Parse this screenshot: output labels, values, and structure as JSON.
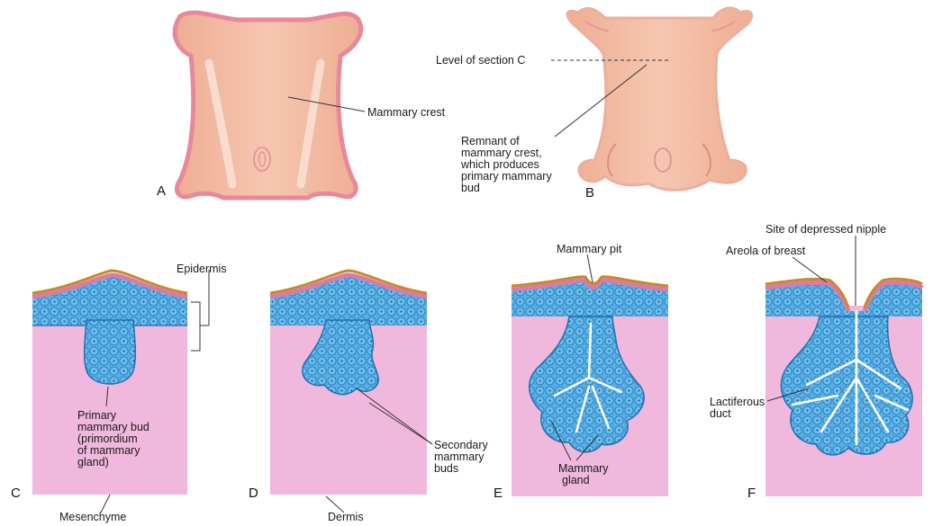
{
  "panels": {
    "a": "A",
    "b": "B",
    "c": "C",
    "d": "D",
    "e": "E",
    "f": "F"
  },
  "labels": {
    "mammary_crest": "Mammary crest",
    "level_of_section_c": "Level of section C",
    "remnant_line1": "Remnant of",
    "remnant_line2": "mammary crest,",
    "remnant_line3": "which produces",
    "remnant_line4": "primary mammary",
    "remnant_line5": "bud",
    "epidermis": "Epidermis",
    "primary_line1": "Primary",
    "primary_line2": "mammary bud",
    "primary_line3": "(primordium",
    "primary_line4": "of mammary",
    "primary_line5": "gland)",
    "mesenchyme": "Mesenchyme",
    "secondary_line1": "Secondary",
    "secondary_line2": "mammary",
    "secondary_line3": "buds",
    "dermis": "Dermis",
    "mammary_pit": "Mammary pit",
    "mammary_gland_line1": "Mammary",
    "mammary_gland_line2": "gland",
    "site_depressed_nipple": "Site of depressed nipple",
    "areola": "Areola of breast",
    "lactiferous_line1": "Lactiferous",
    "lactiferous_line2": "duct"
  },
  "colors": {
    "body": "#f2b9a2",
    "body_edge": "#e7899a",
    "dermis": "#f0b8dc",
    "epithelium": "#4aa7e0",
    "epithelium_dark": "#1f6fb0",
    "surface": "#c7892c",
    "surface_pink": "#d77da3"
  }
}
